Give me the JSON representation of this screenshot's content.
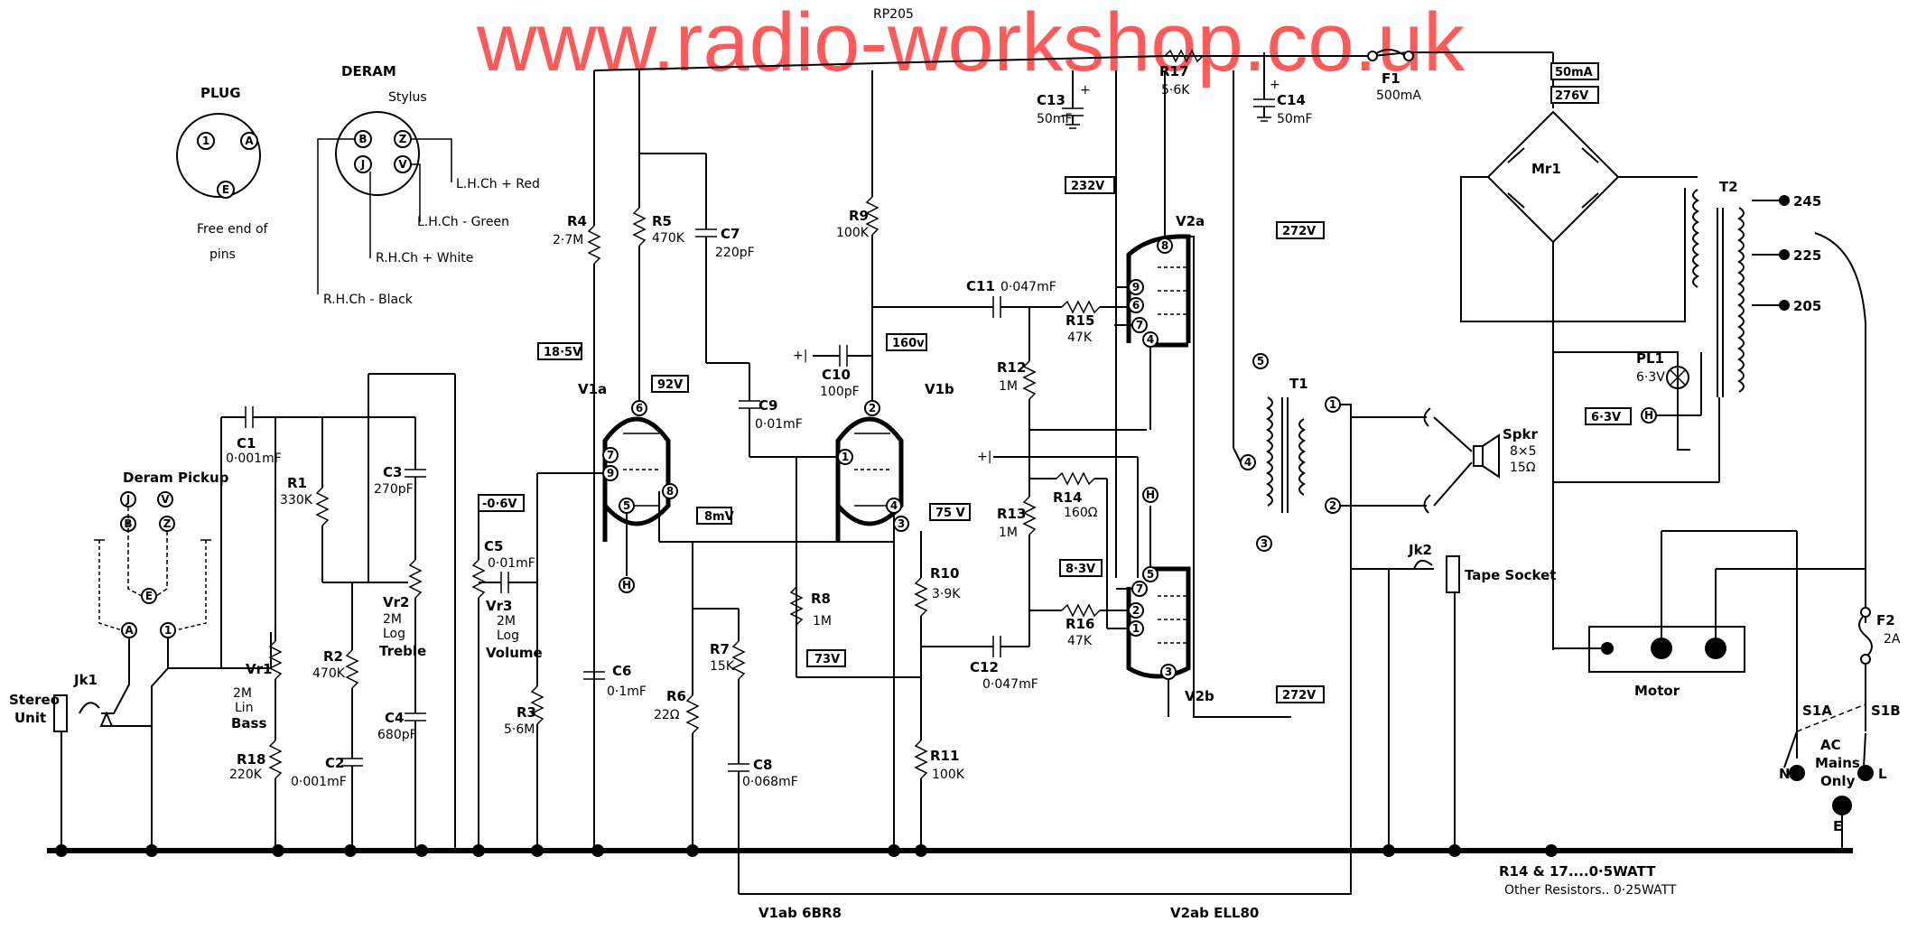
{
  "watermark": "www.radio-workshop.co.uk",
  "model": "RP205",
  "plug": {
    "title": "PLUG",
    "caption": "Free end of\npins",
    "pins": [
      "1",
      "A",
      "E"
    ]
  },
  "deram": {
    "title": "DERAM",
    "stylus": "Stylus",
    "pins": [
      "B",
      "Z",
      "J",
      "V"
    ],
    "wires": [
      "L.H.Ch + Red",
      "L.H.Ch - Green",
      "R.H.Ch + White",
      "R.H.Ch - Black"
    ]
  },
  "pickup": {
    "title": "Deram Pickup",
    "pins": [
      "J",
      "V",
      "B",
      "Z",
      "E",
      "A",
      "1"
    ]
  },
  "stereo": {
    "title": "Stereo\nUnit",
    "jack": "Jk1"
  },
  "components": {
    "C1": [
      "C1",
      "0·001mF"
    ],
    "R1": [
      "R1",
      "330K"
    ],
    "R2": [
      "R2",
      "470K"
    ],
    "C2": [
      "C2",
      "0·001mF"
    ],
    "C3": [
      "C3",
      "270pF"
    ],
    "C4": [
      "C4",
      "680pF"
    ],
    "VR1": [
      "Vr1",
      "2M",
      "Lin",
      "Bass"
    ],
    "VR2": [
      "Vr2",
      "2M",
      "Log",
      "Treble"
    ],
    "VR3": [
      "Vr3",
      "2M",
      "Log",
      "Volume"
    ],
    "R18": [
      "R18",
      "220K"
    ],
    "C5": [
      "C5",
      "0·01mF"
    ],
    "R3": [
      "R3",
      "5·6M"
    ],
    "R4": [
      "R4",
      "2·7M"
    ],
    "R5": [
      "R5",
      "470K"
    ],
    "C7": [
      "C7",
      "220pF"
    ],
    "C6": [
      "C6",
      "0·1mF"
    ],
    "C9": [
      "C9",
      "0·01mF"
    ],
    "R6": [
      "R6",
      "22Ω"
    ],
    "R7": [
      "R7",
      "15K"
    ],
    "C8": [
      "C8",
      "0·068mF"
    ],
    "R8": [
      "R8",
      "1M"
    ],
    "R9": [
      "R9",
      "100K"
    ],
    "C10": [
      "C10",
      "100pF"
    ],
    "R10": [
      "R10",
      "3·9K"
    ],
    "R11": [
      "R11",
      "100K"
    ],
    "C11": [
      "C11",
      "0·047mF"
    ],
    "C12": [
      "C12",
      "0·047mF"
    ],
    "R12": [
      "R12",
      "1M"
    ],
    "R13": [
      "R13",
      "1M"
    ],
    "R14": [
      "R14",
      "160Ω"
    ],
    "R15": [
      "R15",
      "47K"
    ],
    "R16": [
      "R16",
      "47K"
    ],
    "C13": [
      "C13",
      "50mF"
    ],
    "C14": [
      "C14",
      "50mF"
    ],
    "R17": [
      "R17",
      "5·6K"
    ],
    "F1": [
      "F1",
      "500mA"
    ],
    "F2": [
      "F2",
      "2A"
    ]
  },
  "valves": {
    "V1a": "V1a",
    "V1b": "V1b",
    "V2a": "V2a",
    "V2b": "V2b"
  },
  "voltages": {
    "v18": "18·5V",
    "v92": "92V",
    "vneg06": "-0·6V",
    "v8": "8mV",
    "v75": "75 V",
    "v73": "73V",
    "v160": "160v",
    "v232": "232V",
    "v272a": "272V",
    "v272b": "272V",
    "v83": "8·3V",
    "v50ma": "50mA",
    "v276": "276V",
    "v63": "6·3V"
  },
  "transformers": {
    "T1": "T1",
    "T2": "T2",
    "MR1": "Mr1",
    "taps": [
      "245",
      "225",
      "205"
    ]
  },
  "pilot": {
    "name": "PL1",
    "rating": "6·3V",
    "h": "H"
  },
  "speaker": {
    "name": "Spkr",
    "size": "8×5",
    "imp": "15Ω"
  },
  "tape": {
    "jack": "Jk2",
    "label": "Tape Socket"
  },
  "motor": "Motor",
  "mains": {
    "label": "AC\nMains\nOnly",
    "n": "N",
    "l": "L",
    "e": "E",
    "s1a": "S1A",
    "s1b": "S1B"
  },
  "notes": {
    "valve1": "V1ab  6BR8",
    "valve2": "V2ab  ELL80",
    "res1": "R14 & 17....0·5WATT",
    "res2": "Other Resistors.. 0·25WATT"
  }
}
